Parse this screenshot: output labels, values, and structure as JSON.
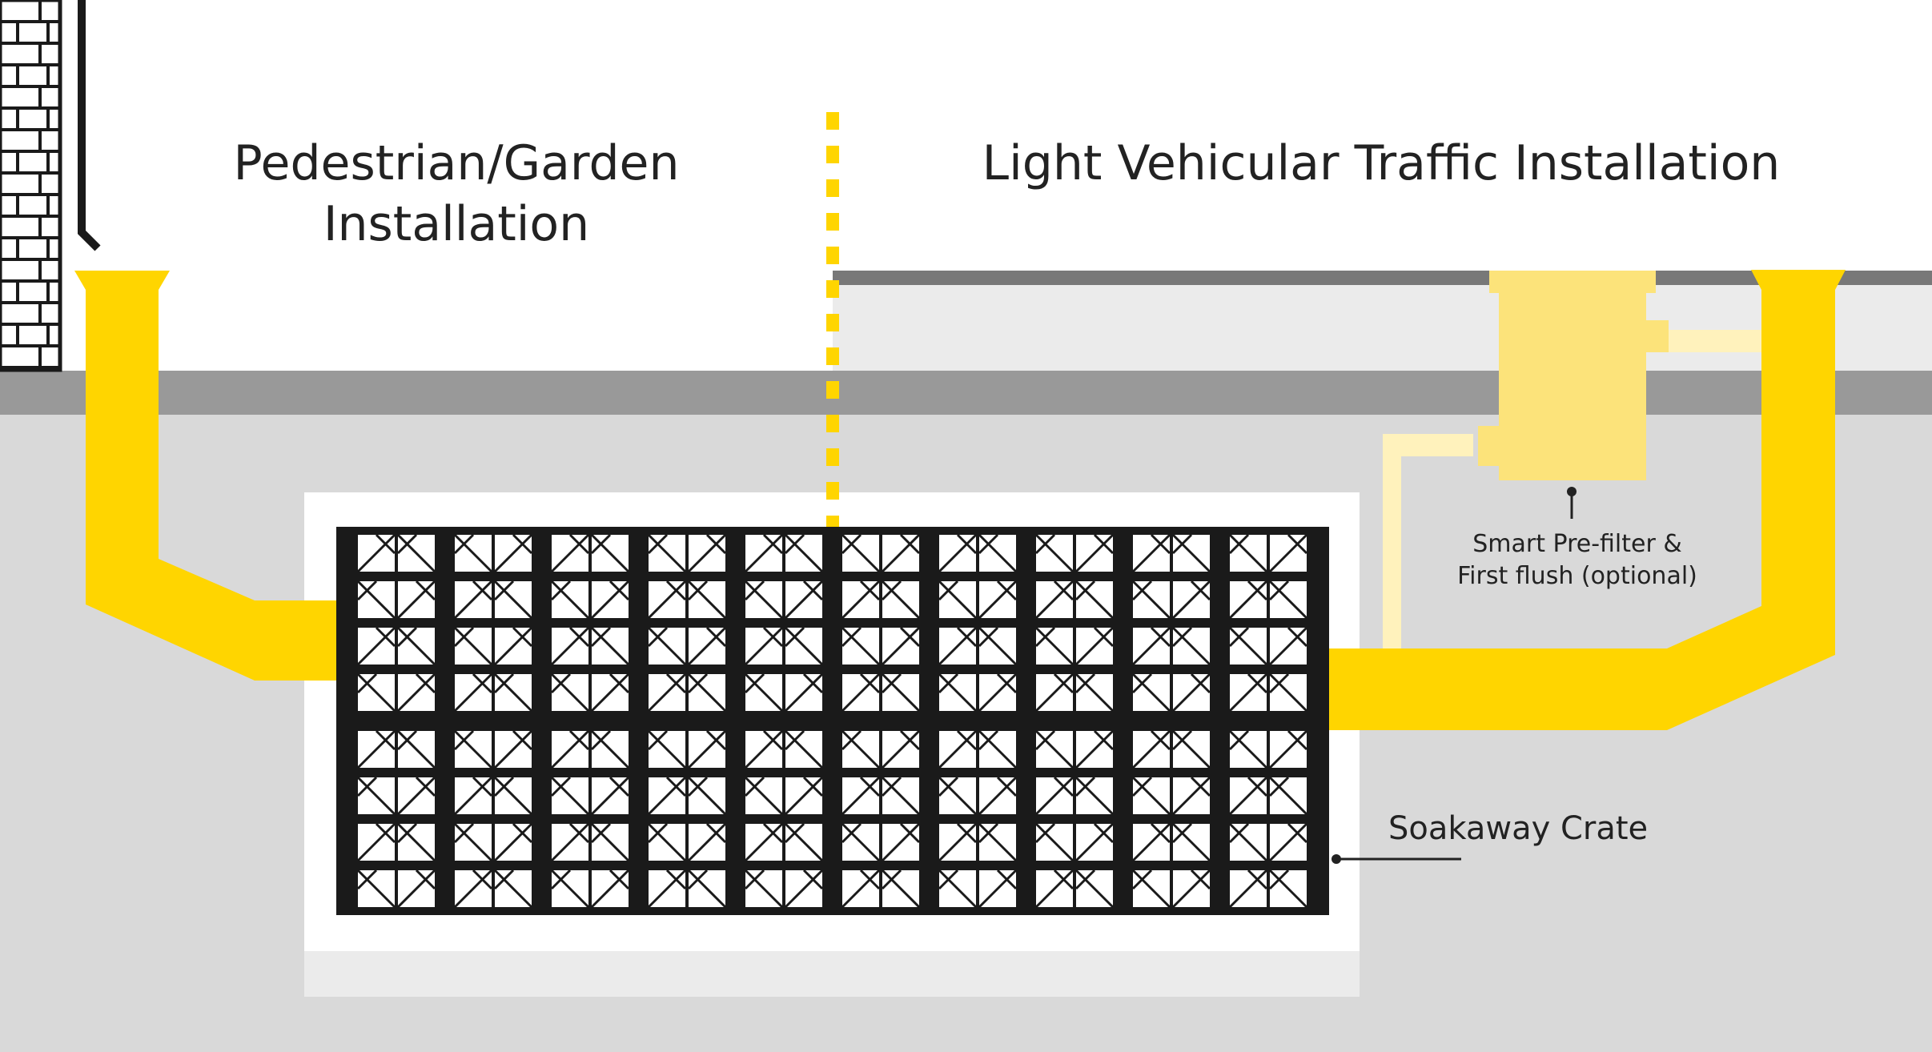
{
  "headings": {
    "left": [
      "Pedestrian/Garden",
      "Installation"
    ],
    "right": "Light Vehicular Traffic Installation"
  },
  "callouts": {
    "prefilter": [
      "Smart Pre-filter &",
      "First flush (optional)"
    ],
    "crate": "Soakaway Crate"
  },
  "colors": {
    "pipe": "#FFD500",
    "prefilter": "#FCE37A",
    "prefilter_outlet": "#FFF2BC",
    "crate": "#1A1A1A",
    "ground": "#D9D9D9",
    "surface_band": "#999999",
    "road_surface": "#787878",
    "road_fill": "#EBEBEB",
    "text": "#222222"
  },
  "icons": {
    "wall": "brick-wall-icon",
    "downpipe": "downpipe-icon",
    "divider": "dashed-divider-icon",
    "callout_marker": "dot-leader-icon"
  },
  "crate_grid": {
    "columns": 10,
    "rows": 8
  }
}
